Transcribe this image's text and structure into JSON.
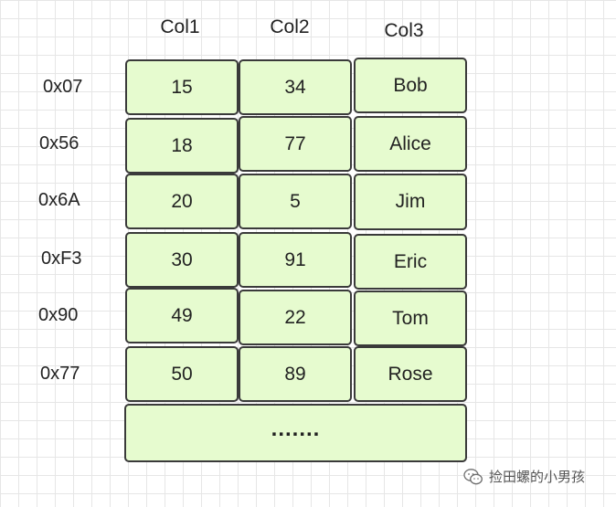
{
  "columns": [
    "Col1",
    "Col2",
    "Col3"
  ],
  "rows": [
    {
      "label": "0x07",
      "cells": [
        "15",
        "34",
        "Bob"
      ]
    },
    {
      "label": "0x56",
      "cells": [
        "18",
        "77",
        "Alice"
      ]
    },
    {
      "label": "0x6A",
      "cells": [
        "20",
        "5",
        "Jim"
      ]
    },
    {
      "label": "0xF3",
      "cells": [
        "30",
        "91",
        "Eric"
      ]
    },
    {
      "label": "0x90",
      "cells": [
        "49",
        "22",
        "Tom"
      ]
    },
    {
      "label": "0x77",
      "cells": [
        "50",
        "89",
        "Rose"
      ]
    }
  ],
  "more": ".......",
  "watermark": {
    "text": "捡田螺的小男孩",
    "icon": "wechat-icon"
  },
  "colors": {
    "cell_fill": "#e6fbcf",
    "cell_border": "#3a3a3a",
    "grid": "#e6e6e6"
  }
}
